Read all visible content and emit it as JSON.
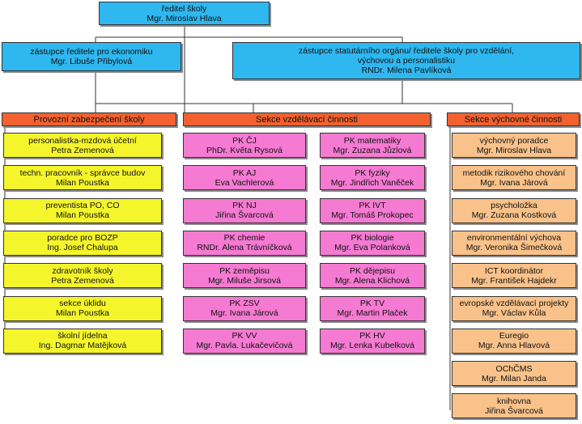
{
  "colors": {
    "blue": "#2fb7ef",
    "orange_red": "#f2612f",
    "yellow": "#f5f52c",
    "pink": "#f57ad2",
    "peach": "#f9c28a",
    "line": "#333333"
  },
  "nodes": {
    "director": {
      "lines": [
        "ředitel školy",
        "Mgr. Miroslav Hlava"
      ]
    },
    "deputy_econ": {
      "lines": [
        "zástupce ředitele pro ekonomiku",
        "Mgr. Libuše Přibylová"
      ]
    },
    "deputy_edu": {
      "lines": [
        "zástupce statutárního orgánu/ ředitele školy pro vzdělání,",
        "výchovou a personalistiku",
        "RNDr. Milena Pavlíková"
      ]
    },
    "sec_ops": {
      "lines": [
        "Provozní zabezpečení školy"
      ]
    },
    "sec_edu": {
      "lines": [
        "Sekce vzdělávací činnosti"
      ]
    },
    "sec_care": {
      "lines": [
        "Sekce výchovné činnosti"
      ]
    },
    "ops": [
      {
        "lines": [
          "personalistka-mzdová účetní",
          "Petra Zemenová"
        ]
      },
      {
        "lines": [
          "techn. pracovník - správce budov",
          "Milan Poustka"
        ]
      },
      {
        "lines": [
          "preventista PO, CO",
          "Milan Poustka"
        ]
      },
      {
        "lines": [
          "poradce pro BOZP",
          "Ing. Josef Chalupa"
        ]
      },
      {
        "lines": [
          "zdravotník školy",
          "Petra Zemenová"
        ]
      },
      {
        "lines": [
          "sekce úklidu",
          "Milan Poustka"
        ]
      },
      {
        "lines": [
          "školní jídelna",
          "Ing. Dagmar Matějková"
        ]
      }
    ],
    "edu_left": [
      {
        "lines": [
          "PK ČJ",
          "PhDr. Květa Rysová"
        ]
      },
      {
        "lines": [
          "PK AJ",
          "Eva Vachlerová"
        ]
      },
      {
        "lines": [
          "PK NJ",
          "Jiřina Švarcová"
        ]
      },
      {
        "lines": [
          "PK chemie",
          "RNDr. Alena Trávníčková"
        ]
      },
      {
        "lines": [
          "PK zeměpisu",
          "Mgr. Miluše Jirsová"
        ]
      },
      {
        "lines": [
          "PK ZSV",
          "Mgr. Ivana Járová"
        ]
      },
      {
        "lines": [
          "PK VV",
          "Mgr. Pavla. Lukačevičová"
        ]
      }
    ],
    "edu_right": [
      {
        "lines": [
          "PK matematiky",
          "Mgr. Zuzana Jůzlová"
        ]
      },
      {
        "lines": [
          "PK fyziky",
          "Mgr. Jindřich Vaněček"
        ]
      },
      {
        "lines": [
          "PK IVT",
          "Mgr. Tomáš Prokopec"
        ]
      },
      {
        "lines": [
          "PK biologie",
          "Mgr. Eva Polanková"
        ]
      },
      {
        "lines": [
          "PK dějepisu",
          "Mgr. Alena Klichová"
        ]
      },
      {
        "lines": [
          "PK TV",
          "Mgr. Martin Plaček"
        ]
      },
      {
        "lines": [
          "PK HV",
          "Mgr. Lenka Kubelková"
        ]
      }
    ],
    "care": [
      {
        "lines": [
          "výchovný poradce",
          "Mgr. Miroslav Hlava"
        ]
      },
      {
        "lines": [
          "metodik rizikového chování",
          "Mgr. Ivana Járová"
        ]
      },
      {
        "lines": [
          "psycholožka",
          "Mgr. Zuzana Kostková"
        ]
      },
      {
        "lines": [
          "environmentální výchova",
          "Mgr. Veronika Šimečková"
        ]
      },
      {
        "lines": [
          "ICT koordinátor",
          "Mgr. František Hajdekr"
        ]
      },
      {
        "lines": [
          "evropské vzdělávací projekty",
          "Mgr. Václav Kůla"
        ]
      },
      {
        "lines": [
          "Euregio",
          "Mgr. Anna Hlavová"
        ]
      },
      {
        "lines": [
          "OChČMS",
          "Mgr. Milan Janda"
        ]
      },
      {
        "lines": [
          "knihovna",
          "Jiřina Švarcová"
        ]
      }
    ]
  }
}
